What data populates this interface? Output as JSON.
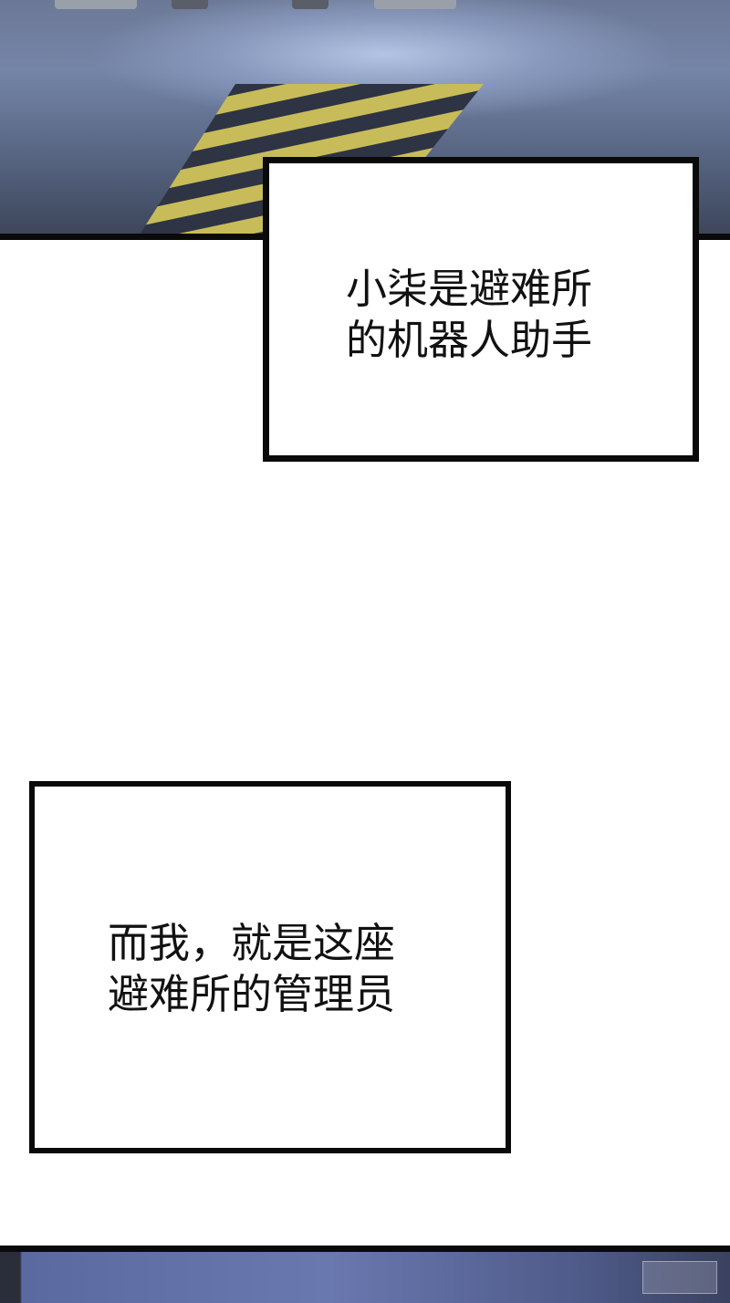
{
  "captions": [
    {
      "lines": [
        "小柒是避难所",
        "的机器人助手"
      ]
    },
    {
      "lines": [
        "而我，就是这座",
        "避难所的管理员"
      ]
    }
  ],
  "colors": {
    "border": "#0a0a0a",
    "floor": "#6c7896",
    "hazard_yellow": "#c8bc5a"
  }
}
